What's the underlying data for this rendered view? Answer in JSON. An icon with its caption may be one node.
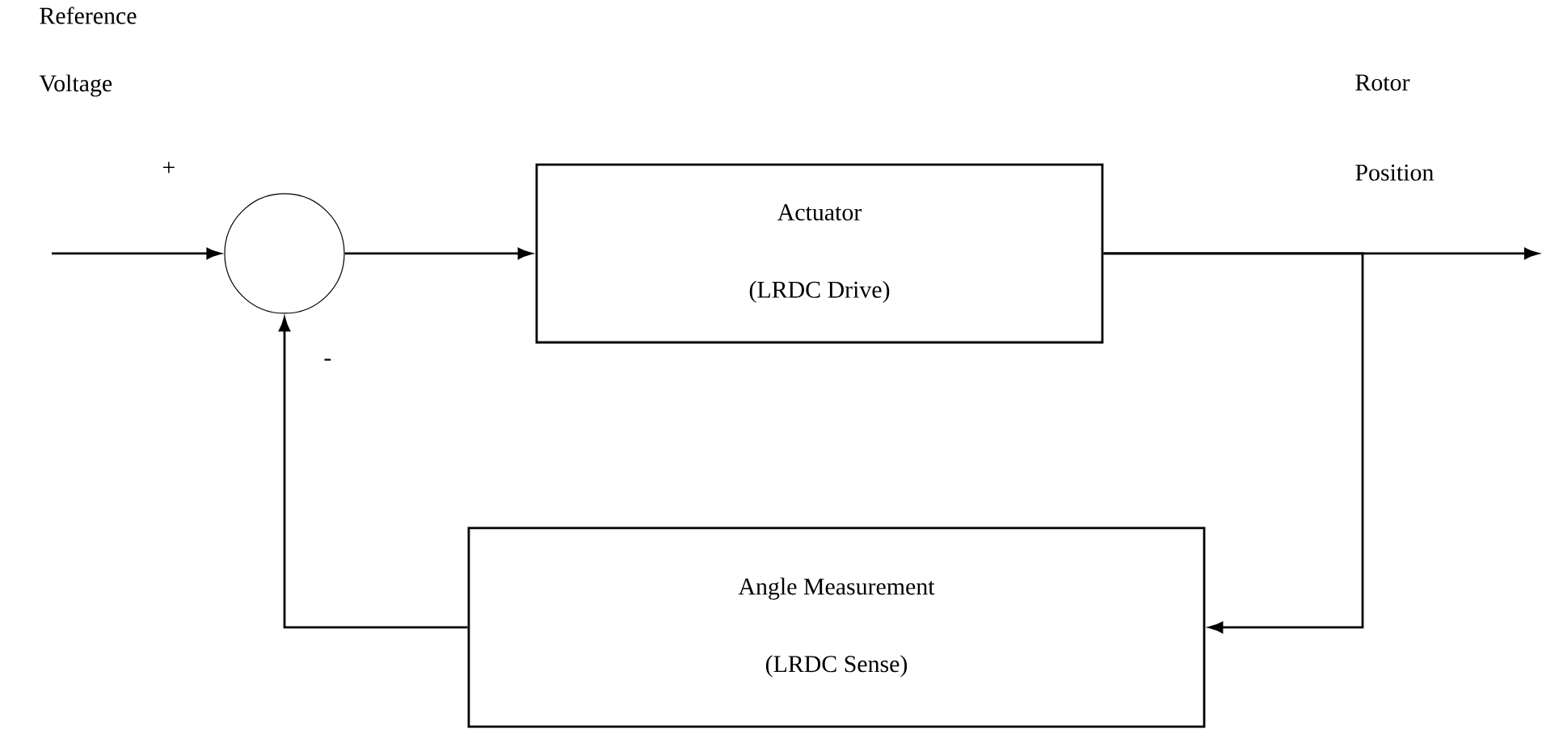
{
  "diagram": {
    "nodes": [
      {
        "text": [],
        "shape": "circle"
      },
      {
        "text": [
          "Actuator",
          "(LRDC Drive)"
        ]
      },
      {
        "text": [
          "Angle Measurement",
          "(LRDC Sense)"
        ]
      }
    ],
    "edges": [
      {
        "from": null,
        "to": 0,
        "arrow": "to"
      },
      {
        "from": 0,
        "to": 1,
        "arrow": "to"
      },
      {
        "from": 1,
        "to": null,
        "arrow": "to"
      },
      {
        "from": 1,
        "to": 2,
        "arrow": "to"
      },
      {
        "from": 2,
        "to": 0,
        "arrow": "to"
      }
    ],
    "labels": [
      "Reference Voltage",
      "Rotor Position",
      "+",
      "-"
    ]
  }
}
